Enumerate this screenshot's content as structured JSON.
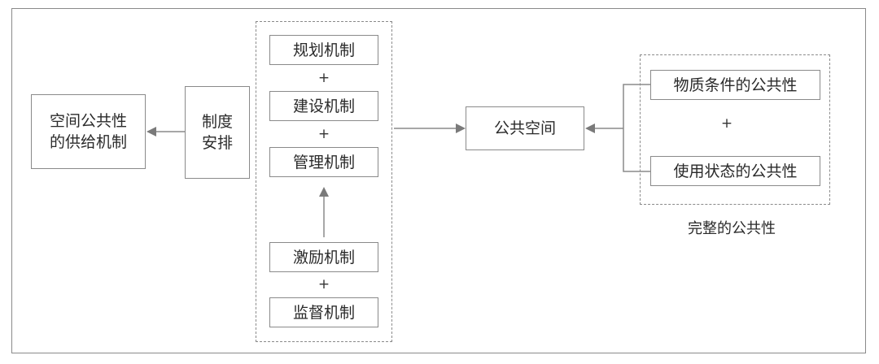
{
  "nodes": {
    "space_publicness_supply": "空间公共性\n的供给机制",
    "institutional_arrangement": "制度\n安排",
    "planning_mechanism": "规划机制",
    "construction_mechanism": "建设机制",
    "management_mechanism": "管理机制",
    "incentive_mechanism": "激励机制",
    "supervision_mechanism": "监督机制",
    "public_space": "公共空间",
    "material_publicness": "物质条件的公共性",
    "usage_publicness": "使用状态的公共性"
  },
  "plus_signs": {
    "plus_1": "+",
    "plus_2": "+",
    "plus_3": "+",
    "plus_4": "+"
  },
  "captions": {
    "complete_publicness": "完整的公共性"
  },
  "colors": {
    "line": "#8a8a8a",
    "arrow": "#7a7a7a",
    "text": "#2a2a2a"
  }
}
